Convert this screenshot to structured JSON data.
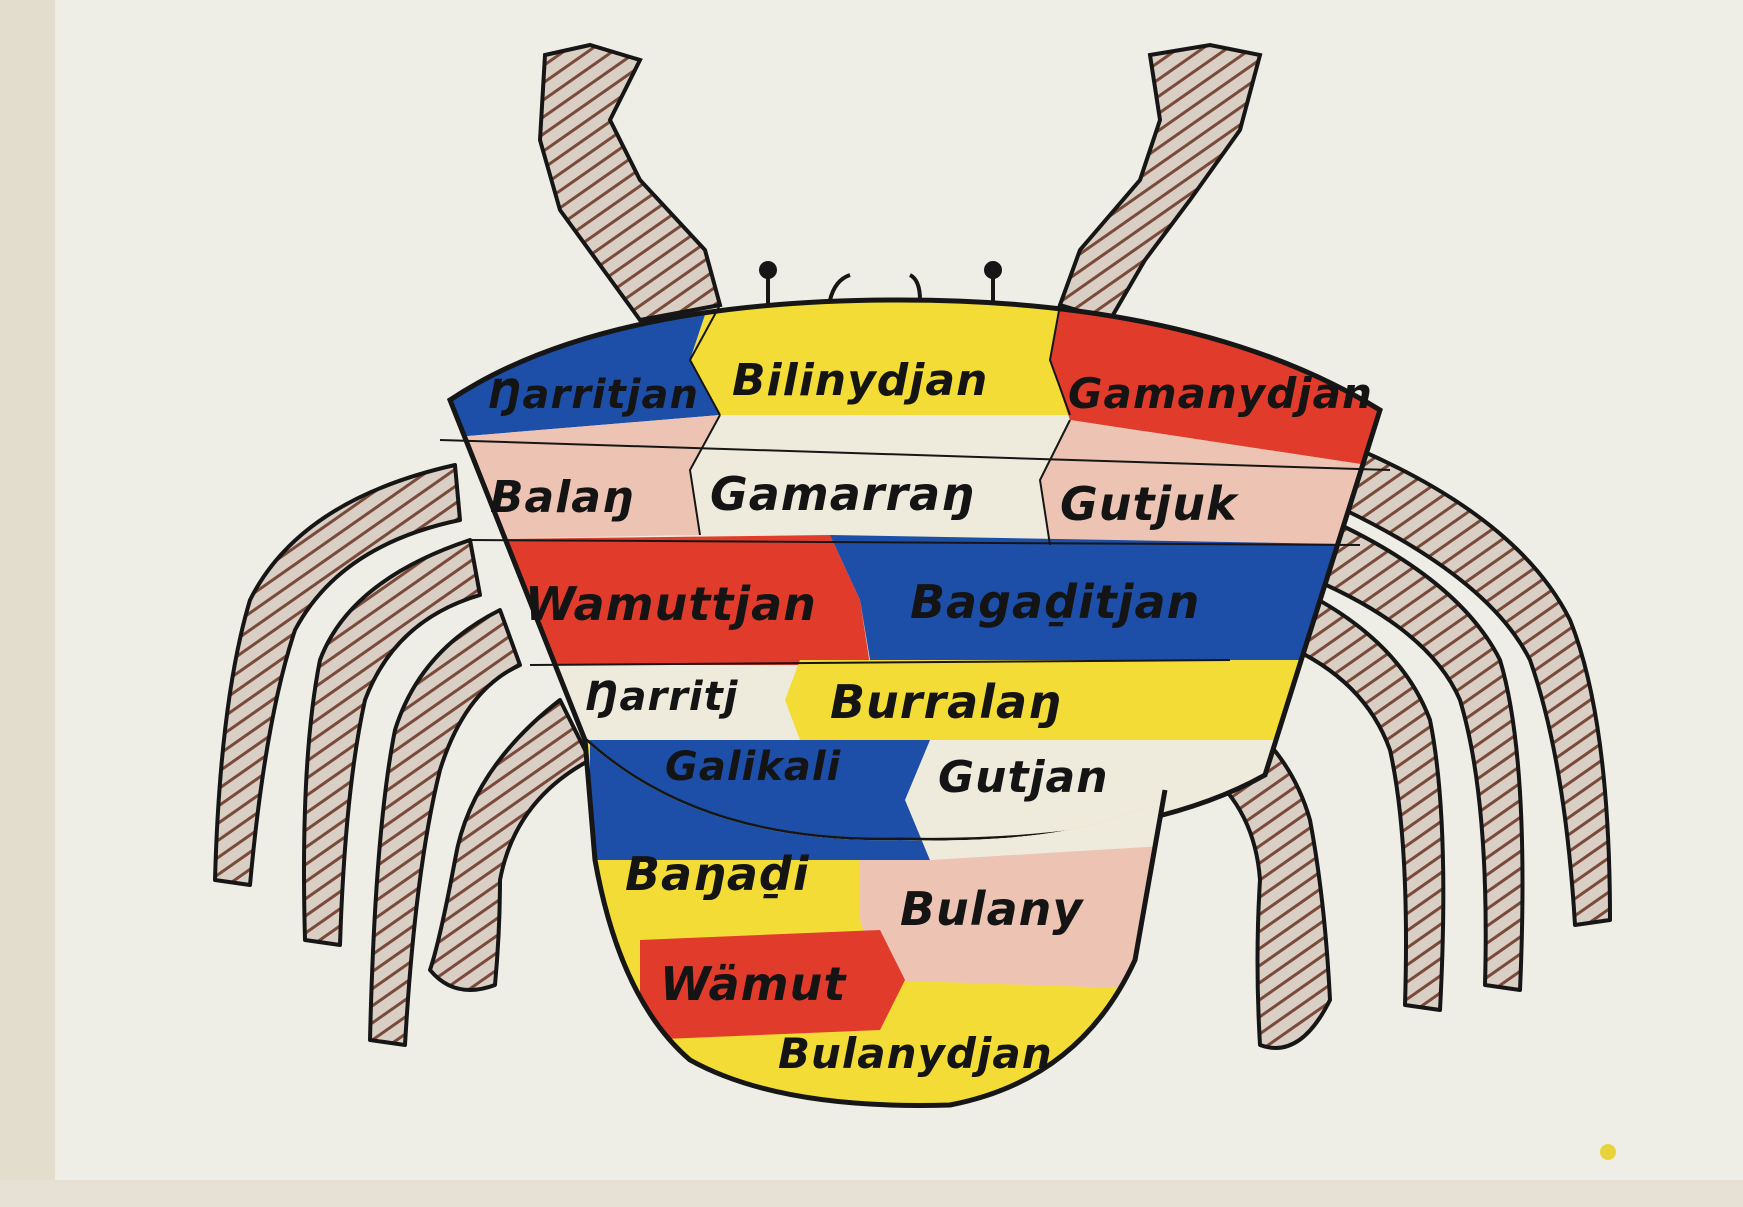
{
  "diagram": {
    "subject": "crab",
    "colors": {
      "paper": "#efeee6",
      "blue": "#1d4fa8",
      "yellow": "#f2dc35",
      "red": "#e13b2b",
      "pink": "#edc4b3",
      "cream": "#eeebdc",
      "legs": "#7a4a3a",
      "ink": "#161616"
    },
    "labels": {
      "narritjan": "Ŋarritjan",
      "bilinydjan": "Bilinydjan",
      "gamanydjan": "Gamanydjan",
      "balan": "Balaŋ",
      "gamarran": "Gamarraŋ",
      "gutjuk": "Gutjuk",
      "wamuttjan": "Wamuttjan",
      "bagaditjan": "Bagaḏitjan",
      "narritj": "Ŋarritj",
      "burralan": "Burralaŋ",
      "galikali": "Galikali",
      "gutjan": "Gutjan",
      "banadi": "Baŋaḏi",
      "bulany": "Bulany",
      "wamut": "Wämut",
      "bulanydjan": "Bulanydjan"
    }
  }
}
